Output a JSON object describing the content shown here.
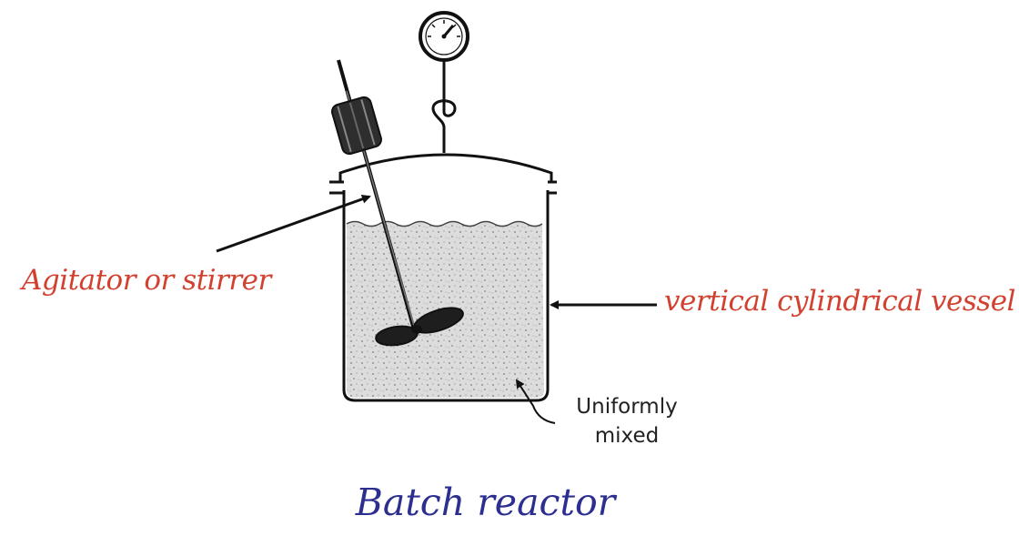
{
  "diagram": {
    "labels": {
      "agitator": "Agitator or stirrer",
      "vessel": "vertical cylindrical vessel",
      "mixed": "Uniformly\nmixed"
    },
    "caption": "Batch reactor"
  },
  "colors": {
    "label_red": "#d2412f",
    "caption_blue": "#2c2f8f",
    "ink": "#111111",
    "liquid": "#d9d9d9"
  }
}
